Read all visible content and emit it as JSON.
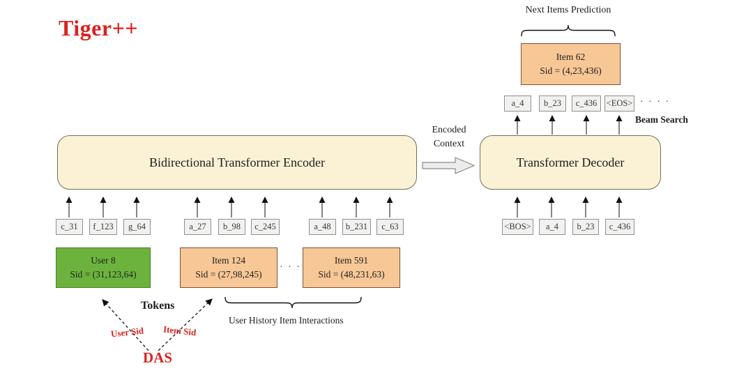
{
  "title": "Tiger++",
  "colors": {
    "accent_red": "#d9231f",
    "transformer_box_cream": "#fbf2d5",
    "item_orange": "#f7c795",
    "user_green": "#6cb33e",
    "token_gray": "#f1f1ef"
  },
  "encoder": {
    "label": "Bidirectional Transformer Encoder"
  },
  "decoder": {
    "label": "Transformer Decoder"
  },
  "encoded_context": {
    "line1": "Encoded",
    "line2": "Context"
  },
  "encoder_input_tokens": [
    "c_31",
    "f_123",
    "g_64",
    "a_27",
    "b_98",
    "c_245",
    "a_48",
    "b_231",
    "c_63"
  ],
  "user_box": {
    "line1": "User 8",
    "line2": "Sid = (31,123,64)"
  },
  "item_boxes": [
    {
      "line1": "Item 124",
      "line2": "Sid = (27,98,245)"
    },
    {
      "line1": "Item 591",
      "line2": "Sid = (48,231,63)"
    }
  ],
  "predicted_item": {
    "line1": "Item 62",
    "line2": "Sid = (4,23,436)"
  },
  "decoder_output_tokens": [
    "a_4",
    "b_23",
    "c_436",
    "<EOS>"
  ],
  "decoder_input_tokens": [
    "<BOS>",
    "a_4",
    "b_23",
    "c_436"
  ],
  "ellipsis_items": "· · · ·",
  "ellipsis_outputs": "· · · ·",
  "labels": {
    "next_items_prediction": "Next Items Prediction",
    "beam_search": "Beam Search",
    "tokens": "Tokens",
    "user_sid": "User Sid",
    "item_sid": "Item Sid",
    "das": "DAS",
    "user_history": "User History Item Interactions"
  }
}
